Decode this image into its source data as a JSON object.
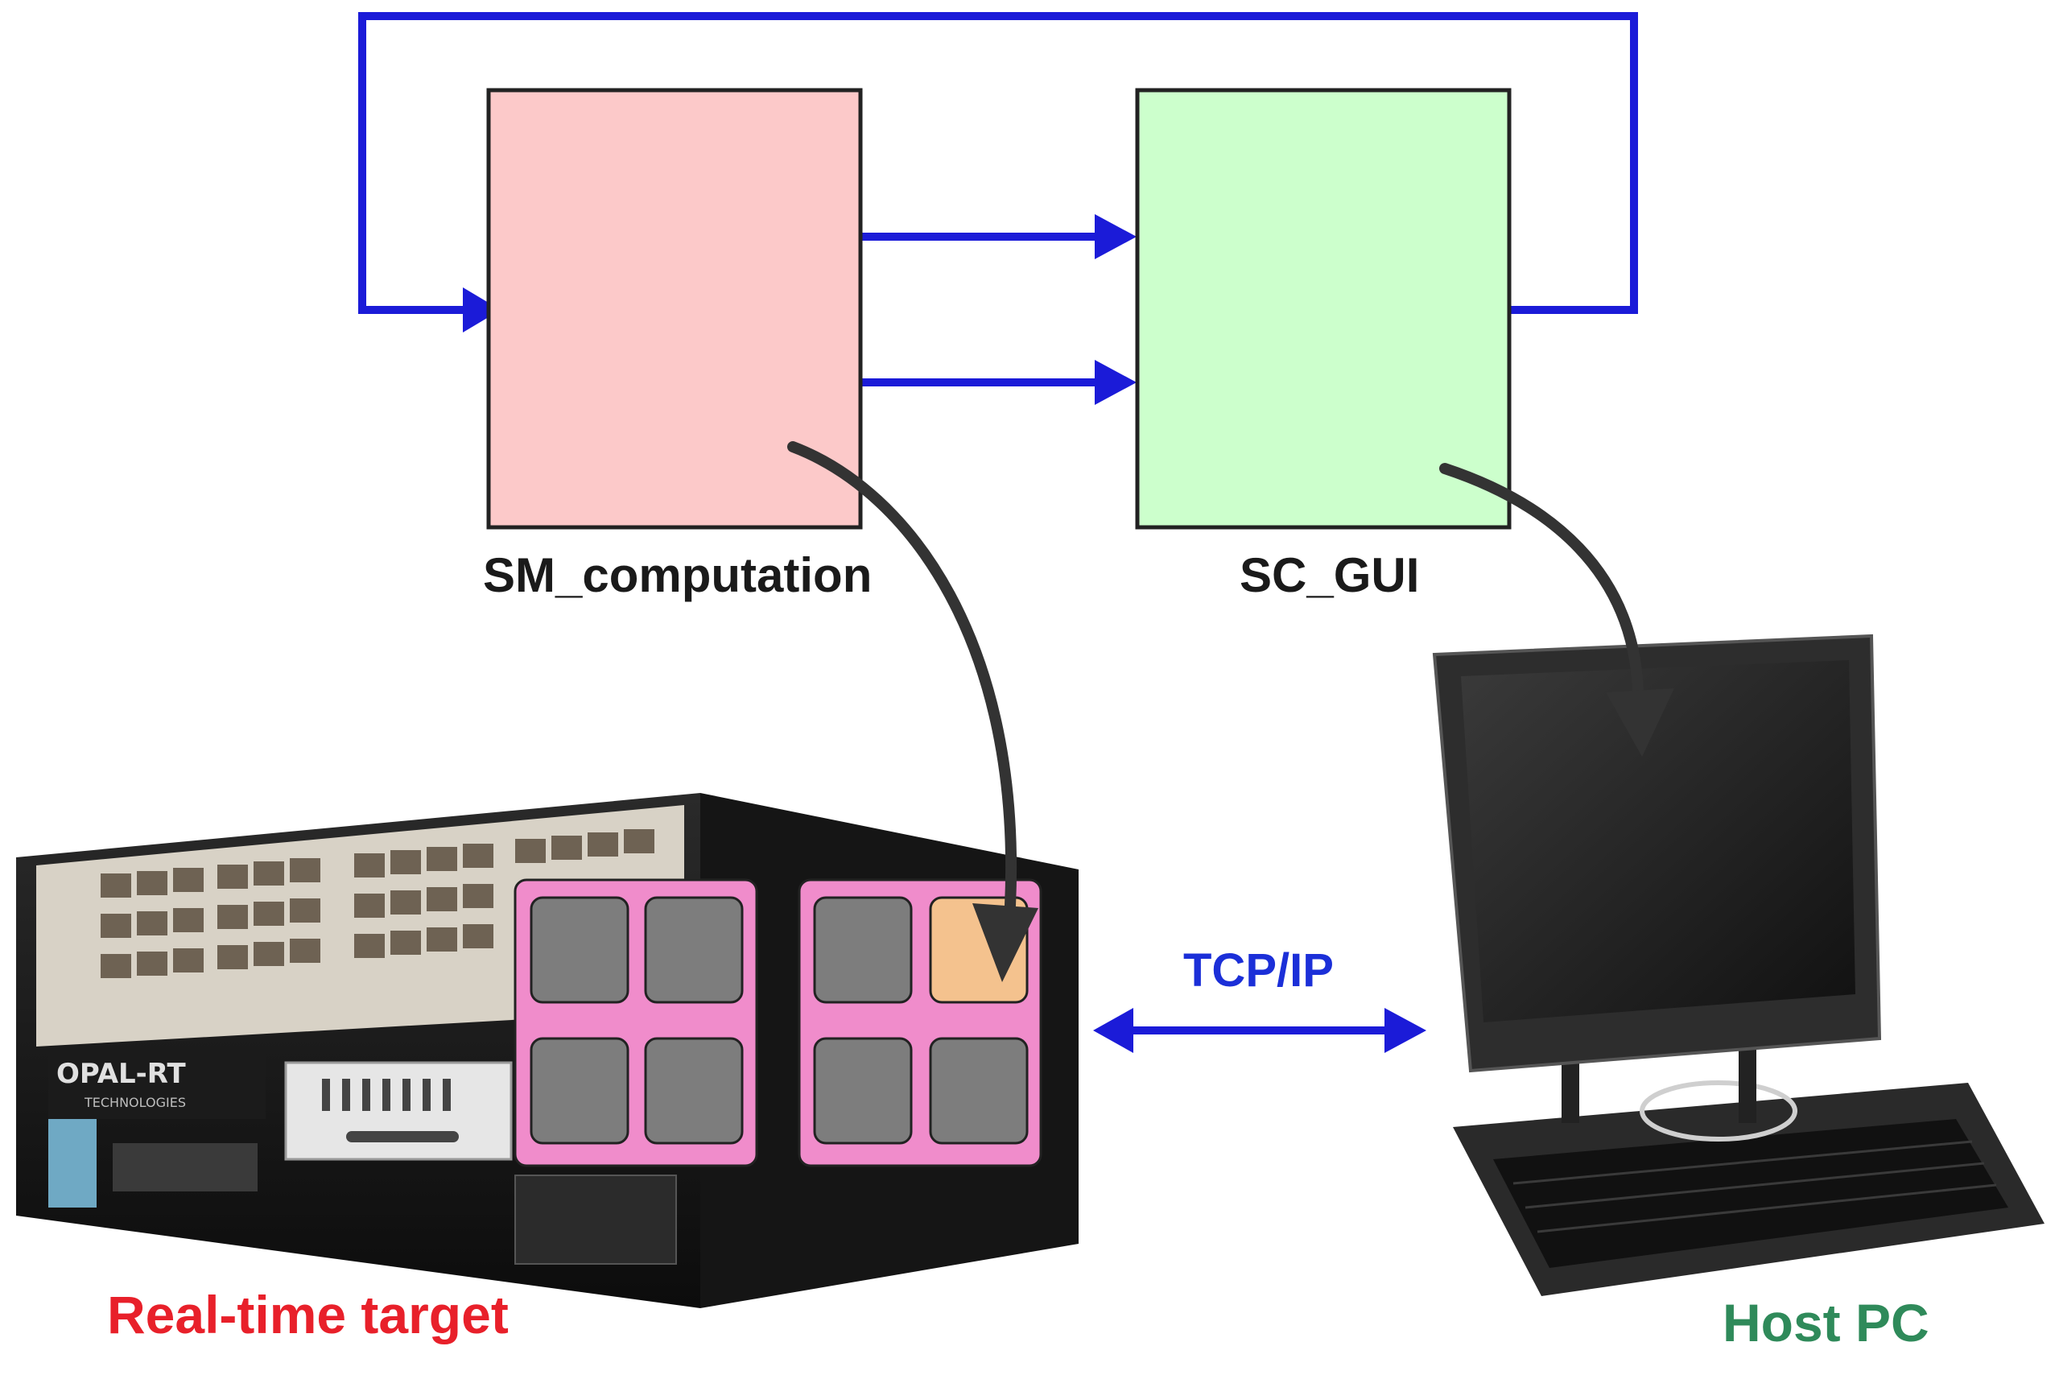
{
  "blocks": {
    "computation": {
      "label": "SM_computation",
      "fill": "#fcc9c9"
    },
    "gui": {
      "label": "SC_GUI",
      "fill": "#ccffcc"
    }
  },
  "link": {
    "label": "TCP/IP"
  },
  "devices": {
    "target": {
      "label": "Real-time target",
      "brand_text": "OPAL-RT",
      "brand_subtext": "TECHNOLOGIES"
    },
    "host": {
      "label": "Host PC"
    }
  },
  "colors": {
    "signal_arrow": "#1b1bd8",
    "mapping_arrow": "#333333",
    "core_panel": "#f08ccb",
    "core_idle": "#7d7d7d",
    "core_active": "#f4c28e",
    "target_label": "#e8202a",
    "host_label": "#2f8a5a",
    "link_label": "#1b2fd8"
  }
}
